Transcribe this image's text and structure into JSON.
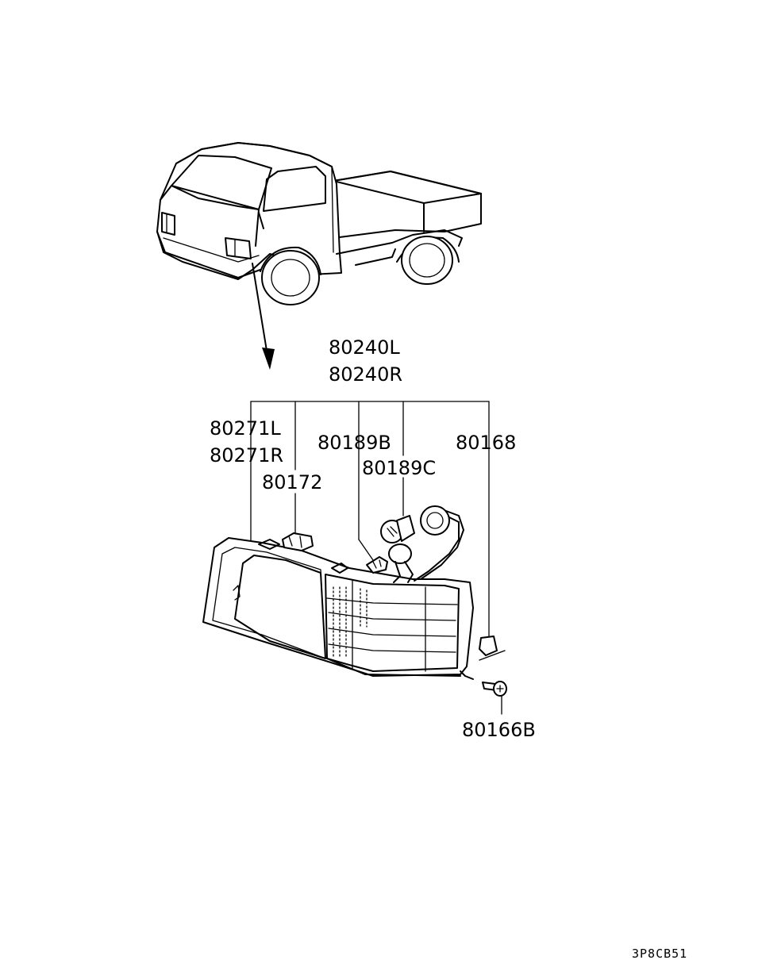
{
  "labels": {
    "assembly_l": "80240L",
    "assembly_r": "80240R",
    "lens_l": "80271L",
    "lens_r": "80271R",
    "clip": "80172",
    "bulb_b": "80189B",
    "bulb_c": "80189C",
    "socket": "80168",
    "screw": "80166B"
  },
  "figure_code": "3P8CB51"
}
